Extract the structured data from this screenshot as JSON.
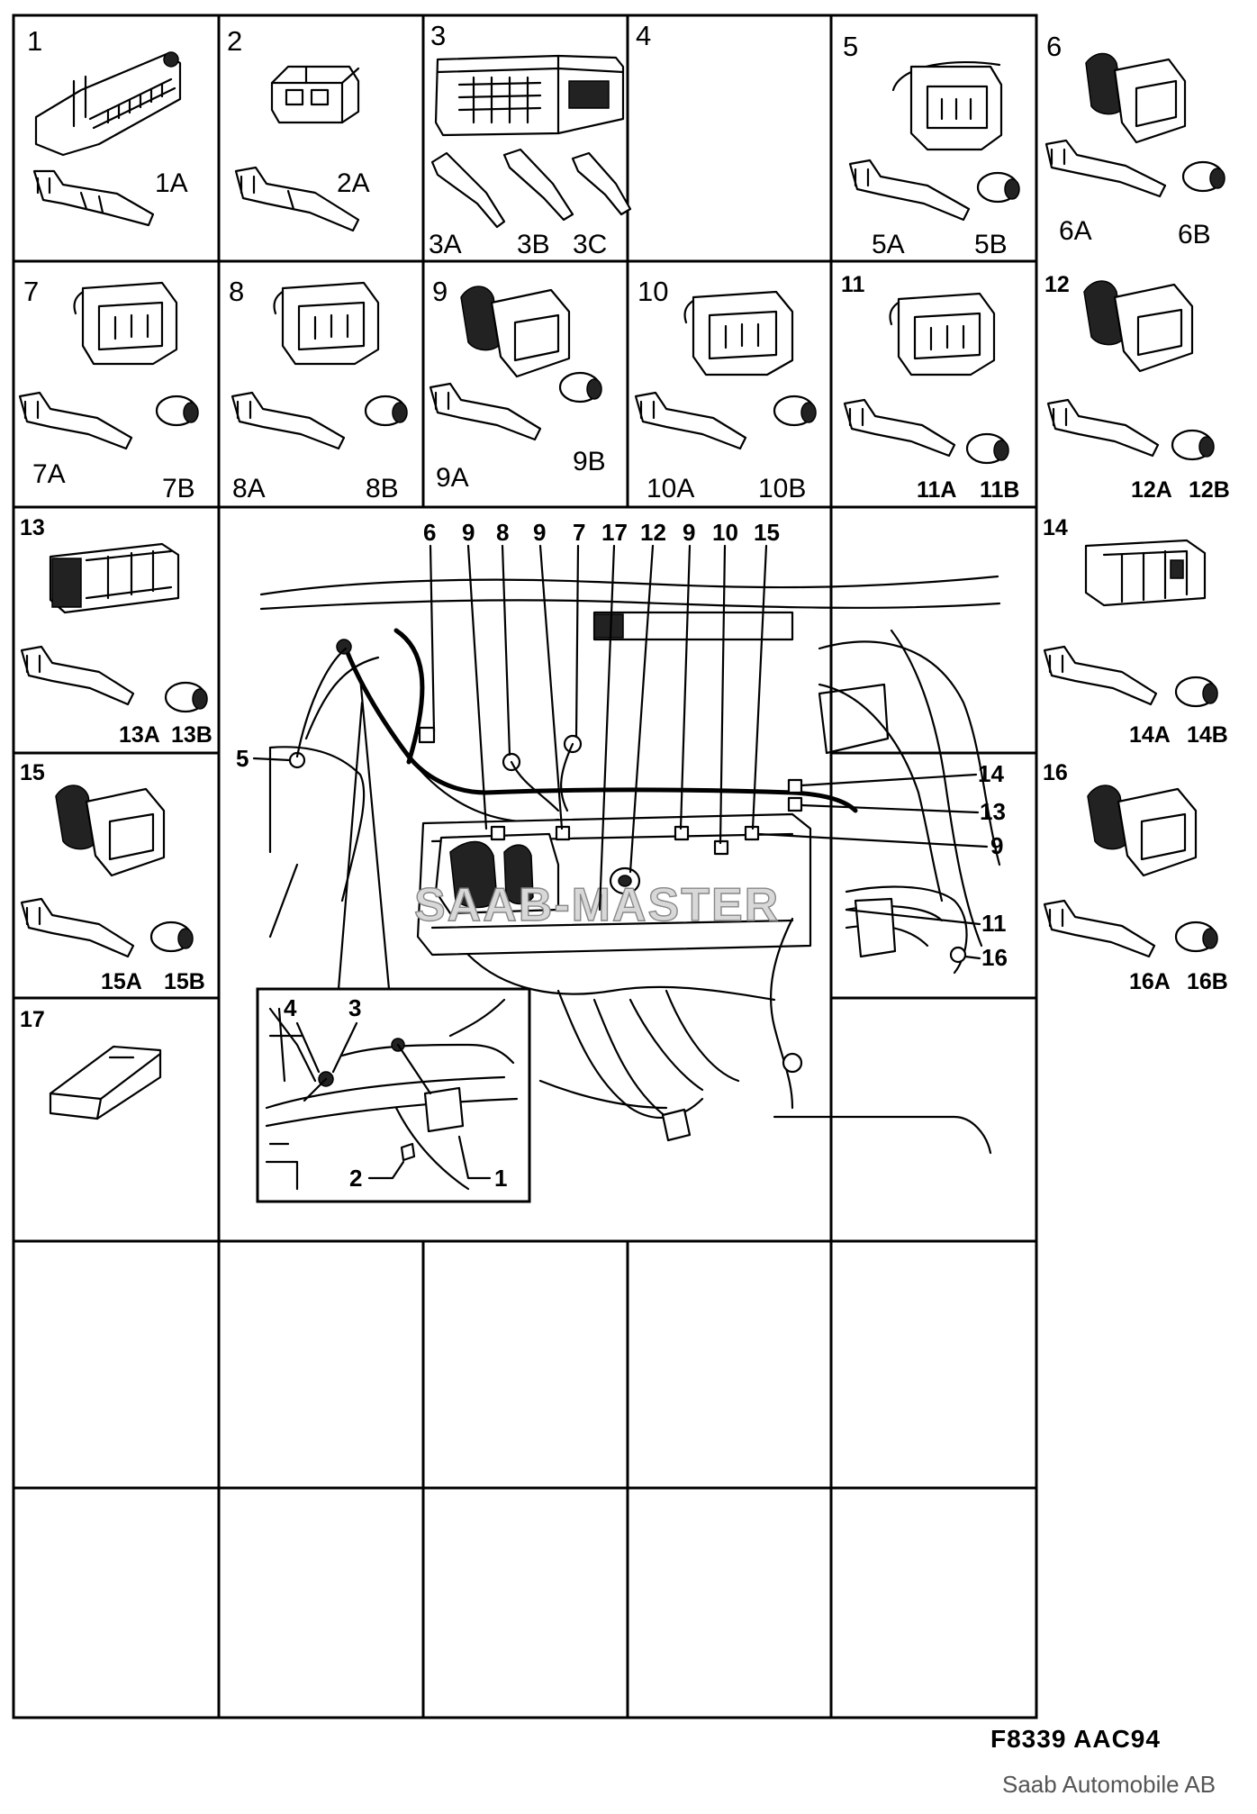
{
  "figure_code": "F8339  AAC94",
  "publisher": "Saab Automobile AB",
  "watermark": "SAAB-MASTER",
  "cells": [
    {
      "num": "1",
      "subs": [
        "1A"
      ]
    },
    {
      "num": "2",
      "subs": [
        "2A"
      ]
    },
    {
      "num": "3",
      "subs": [
        "3A",
        "3B",
        "3C"
      ]
    },
    {
      "num": "4",
      "subs": []
    },
    {
      "num": "5",
      "subs": [
        "5A",
        "5B"
      ]
    },
    {
      "num": "6",
      "subs": [
        "6A",
        "6B"
      ]
    },
    {
      "num": "7",
      "subs": [
        "7A",
        "7B"
      ]
    },
    {
      "num": "8",
      "subs": [
        "8A",
        "8B"
      ]
    },
    {
      "num": "9",
      "subs": [
        "9A",
        "9B"
      ]
    },
    {
      "num": "10",
      "subs": [
        "10A",
        "10B"
      ]
    },
    {
      "num": "11",
      "subs": [
        "11A",
        "11B"
      ]
    },
    {
      "num": "12",
      "subs": [
        "12A",
        "12B"
      ]
    },
    {
      "num": "13",
      "subs": [
        "13A",
        "13B"
      ]
    },
    {
      "num": "14",
      "subs": [
        "14A",
        "14B"
      ]
    },
    {
      "num": "15",
      "subs": [
        "15A",
        "15B"
      ]
    },
    {
      "num": "16",
      "subs": [
        "16A",
        "16B"
      ]
    },
    {
      "num": "17",
      "subs": []
    }
  ],
  "top_callouts": [
    "6",
    "9",
    "8",
    "9",
    "7",
    "17",
    "12",
    "9",
    "10",
    "15"
  ],
  "side_callouts_left": [
    "5"
  ],
  "side_callouts_right": [
    "14",
    "13",
    "9",
    "11",
    "16"
  ],
  "inset_callouts": [
    "4",
    "3",
    "2",
    "1"
  ]
}
